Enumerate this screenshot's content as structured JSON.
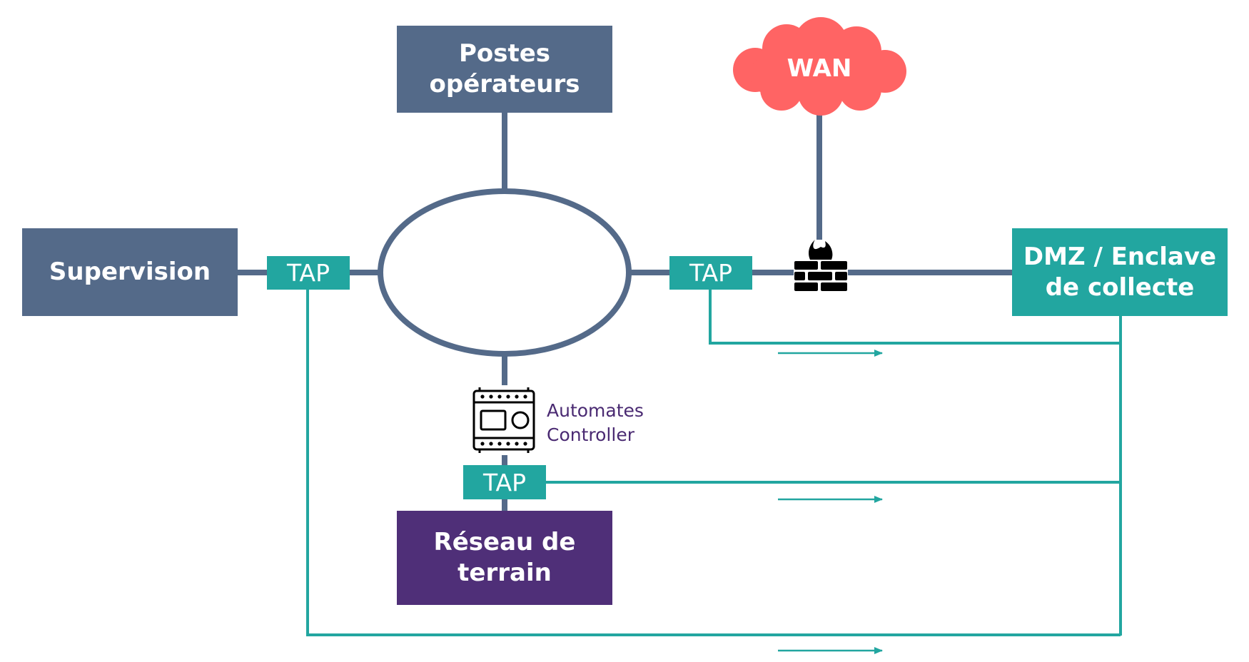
{
  "colors": {
    "slate": "#546a89",
    "teal": "#22a6a0",
    "purple": "#4f2f78",
    "coral": "#ff6464",
    "link": "#546a89",
    "caption": "#4a2a72"
  },
  "nodes": {
    "postes": "Postes\nopérateurs",
    "supervision": "Supervision",
    "dmz": "DMZ / Enclave\nde collecte",
    "reseau": "Réseau de\nterrain",
    "wan": "WAN"
  },
  "taps": {
    "left": "TAP",
    "right": "TAP",
    "bottom": "TAP"
  },
  "device": {
    "label_line1": "Automates",
    "label_line2": "Controller",
    "icon": "plc-controller-icon"
  },
  "firewall": {
    "icon": "firewall-icon"
  }
}
